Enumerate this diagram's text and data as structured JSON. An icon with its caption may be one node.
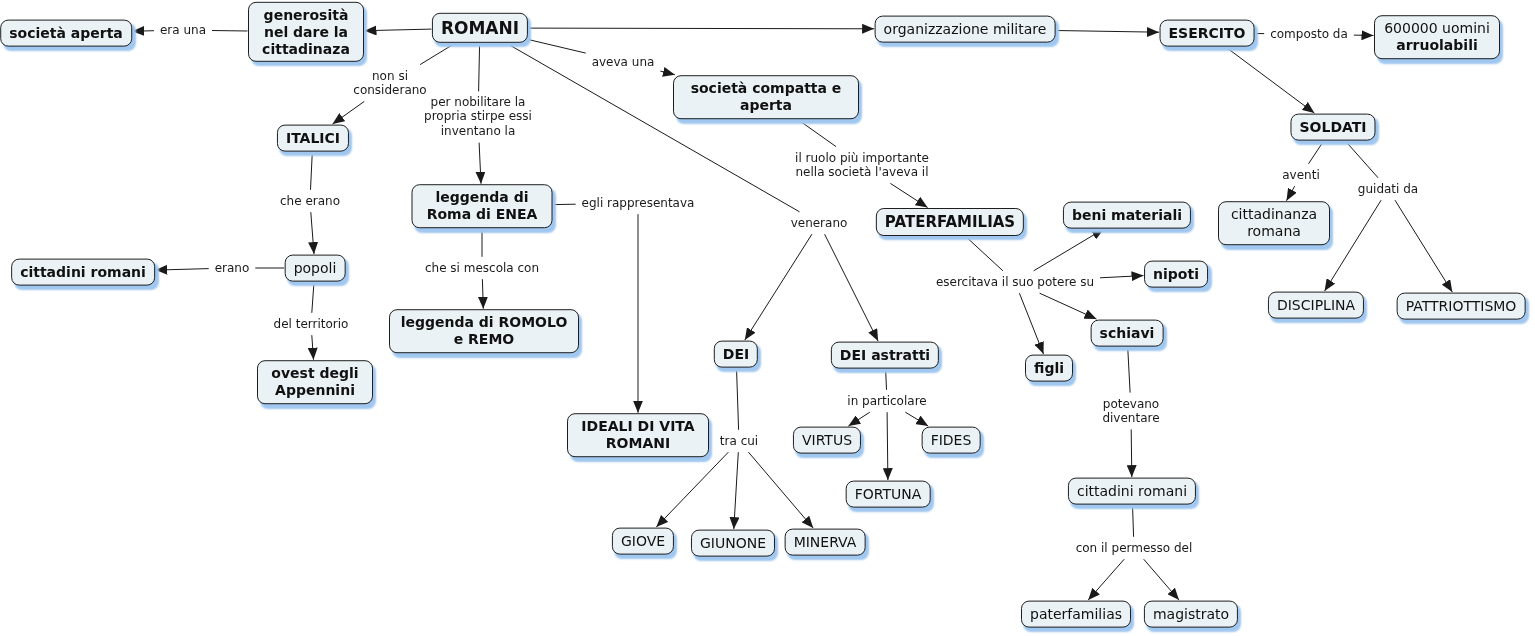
{
  "diagram": {
    "nodes": [
      {
        "text": [
          "ROMANI"
        ]
      },
      {
        "text": [
          "generosità nel dare la cittadinaza"
        ]
      },
      {
        "text": [
          "società aperta"
        ]
      },
      {
        "text": [
          "organizzazione militare"
        ]
      },
      {
        "text": [
          "ESERCITO"
        ]
      },
      {
        "text": [
          "600000 uomini **arruolabili**"
        ]
      },
      {
        "text": [
          "SOLDATI"
        ]
      },
      {
        "text": [
          "cittadinanza romana"
        ]
      },
      {
        "text": [
          "DISCIPLINA"
        ]
      },
      {
        "text": [
          "PATTRIOTTISMO"
        ]
      },
      {
        "text": [
          "ITALICI"
        ]
      },
      {
        "text": [
          "popoli"
        ]
      },
      {
        "text": [
          "cittadini romani"
        ]
      },
      {
        "text": [
          "ovest degli Appennini"
        ]
      },
      {
        "text": [
          "leggenda di Roma di ENEA"
        ]
      },
      {
        "text": [
          "leggenda di ROMOLO e REMO"
        ]
      },
      {
        "text": [
          "IDEALI DI VITA ROMANI"
        ]
      },
      {
        "text": [
          "società compatta e aperta"
        ]
      },
      {
        "text": [
          "PATERFAMILIAS"
        ]
      },
      {
        "text": [
          "DEI"
        ]
      },
      {
        "text": [
          "DEI astratti"
        ]
      },
      {
        "text": [
          "VIRTUS"
        ]
      },
      {
        "text": [
          "FIDES"
        ]
      },
      {
        "text": [
          "FORTUNA"
        ]
      },
      {
        "text": [
          "GIOVE"
        ]
      },
      {
        "text": [
          "GIUNONE"
        ]
      },
      {
        "text": [
          "MINERVA"
        ]
      },
      {
        "text": [
          "beni materiali"
        ]
      },
      {
        "text": [
          "nipoti"
        ]
      },
      {
        "text": [
          "schiavi"
        ]
      },
      {
        "text": [
          "figli"
        ]
      },
      {
        "text": [
          "cittadini romani"
        ]
      },
      {
        "text": [
          "paterfamilias"
        ]
      },
      {
        "text": [
          "magistrato"
        ]
      },
      {
        "text": [
          "era una"
        ]
      },
      {
        "text": [
          "non si considerano"
        ]
      },
      {
        "text": [
          "per nobilitare la propria stirpe essi inventano la"
        ]
      },
      {
        "text": [
          "aveva una"
        ]
      },
      {
        "text": [
          "egli rappresentava"
        ]
      },
      {
        "text": [
          "venerano"
        ]
      },
      {
        "text": [
          "il ruolo più importante nella società l'aveva il"
        ]
      },
      {
        "text": [
          "che erano"
        ]
      },
      {
        "text": [
          "erano"
        ]
      },
      {
        "text": [
          "del territorio"
        ]
      },
      {
        "text": [
          "che si mescola con"
        ]
      },
      {
        "text": [
          "tra cui"
        ]
      },
      {
        "text": [
          "in particolare"
        ]
      },
      {
        "text": [
          "esercitava il suo potere su"
        ]
      },
      {
        "text": [
          "potevano diventare"
        ]
      },
      {
        "text": [
          "con il permesso del"
        ]
      },
      {
        "text": [
          "composto da"
        ]
      },
      {
        "text": [
          "aventi"
        ]
      },
      {
        "text": [
          "guidati da"
        ]
      }
    ],
    "edges": [
      {
        "from": 0,
        "to": 1,
        "arrow": "to"
      },
      {
        "from": 1,
        "to": 34,
        "arrow": "none"
      },
      {
        "from": 34,
        "to": 2,
        "arrow": "to"
      },
      {
        "from": 0,
        "to": 3,
        "arrow": "to"
      },
      {
        "from": 3,
        "to": 4,
        "arrow": "to"
      },
      {
        "from": 4,
        "to": 50,
        "arrow": "none"
      },
      {
        "from": 50,
        "to": 5,
        "arrow": "to"
      },
      {
        "from": 4,
        "to": 6,
        "arrow": "to"
      },
      {
        "from": 6,
        "to": 51,
        "arrow": "none"
      },
      {
        "from": 51,
        "to": 7,
        "arrow": "to"
      },
      {
        "from": 6,
        "to": 52,
        "arrow": "none"
      },
      {
        "from": 52,
        "to": 8,
        "arrow": "to"
      },
      {
        "from": 52,
        "to": 9,
        "arrow": "to"
      },
      {
        "from": 0,
        "to": 35,
        "arrow": "none"
      },
      {
        "from": 35,
        "to": 10,
        "arrow": "to"
      },
      {
        "from": 10,
        "to": 41,
        "arrow": "none"
      },
      {
        "from": 41,
        "to": 11,
        "arrow": "to"
      },
      {
        "from": 11,
        "to": 42,
        "arrow": "none"
      },
      {
        "from": 42,
        "to": 12,
        "arrow": "to"
      },
      {
        "from": 11,
        "to": 43,
        "arrow": "none"
      },
      {
        "from": 43,
        "to": 13,
        "arrow": "to"
      },
      {
        "from": 0,
        "to": 36,
        "arrow": "none"
      },
      {
        "from": 36,
        "to": 14,
        "arrow": "to"
      },
      {
        "from": 14,
        "to": 44,
        "arrow": "none"
      },
      {
        "from": 44,
        "to": 15,
        "arrow": "to"
      },
      {
        "from": 14,
        "to": 38,
        "arrow": "none"
      },
      {
        "from": 38,
        "to": 16,
        "arrow": "to"
      },
      {
        "from": 0,
        "to": 37,
        "arrow": "none"
      },
      {
        "from": 37,
        "to": 17,
        "arrow": "to"
      },
      {
        "from": 17,
        "to": 40,
        "arrow": "none"
      },
      {
        "from": 40,
        "to": 18,
        "arrow": "to"
      },
      {
        "from": 0,
        "to": 39,
        "arrow": "none"
      },
      {
        "from": 39,
        "to": 19,
        "arrow": "to"
      },
      {
        "from": 39,
        "to": 20,
        "arrow": "to"
      },
      {
        "from": 19,
        "to": 45,
        "arrow": "none"
      },
      {
        "from": 45,
        "to": 24,
        "arrow": "to"
      },
      {
        "from": 45,
        "to": 25,
        "arrow": "to"
      },
      {
        "from": 45,
        "to": 26,
        "arrow": "to"
      },
      {
        "from": 20,
        "to": 46,
        "arrow": "none"
      },
      {
        "from": 46,
        "to": 21,
        "arrow": "to"
      },
      {
        "from": 46,
        "to": 23,
        "arrow": "to"
      },
      {
        "from": 46,
        "to": 22,
        "arrow": "to"
      },
      {
        "from": 18,
        "to": 47,
        "arrow": "none"
      },
      {
        "from": 47,
        "to": 27,
        "arrow": "to"
      },
      {
        "from": 47,
        "to": 28,
        "arrow": "to"
      },
      {
        "from": 47,
        "to": 29,
        "arrow": "to"
      },
      {
        "from": 47,
        "to": 30,
        "arrow": "to"
      },
      {
        "from": 29,
        "to": 48,
        "arrow": "none"
      },
      {
        "from": 48,
        "to": 31,
        "arrow": "to"
      },
      {
        "from": 31,
        "to": 49,
        "arrow": "none"
      },
      {
        "from": 49,
        "to": 32,
        "arrow": "to"
      },
      {
        "from": 49,
        "to": 33,
        "arrow": "to"
      }
    ]
  }
}
